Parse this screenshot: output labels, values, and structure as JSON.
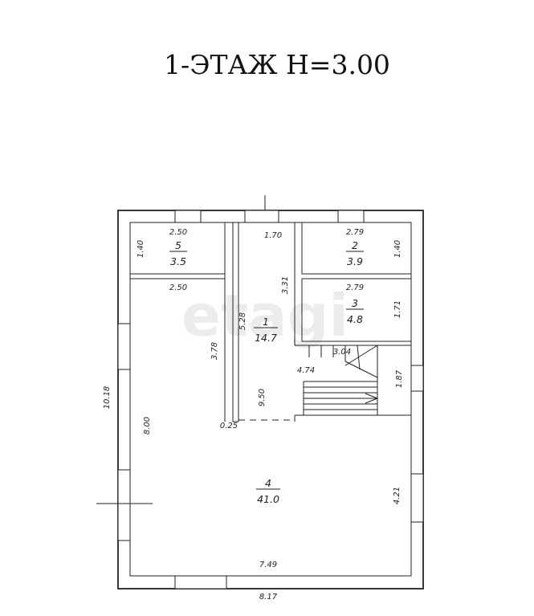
{
  "title": "1-ЭТАЖ  Н=3.00",
  "watermark": "etagi",
  "rooms": [
    {
      "id": "5",
      "number": "5",
      "area": "3.5"
    },
    {
      "id": "2",
      "number": "2",
      "area": "3.9"
    },
    {
      "id": "3",
      "number": "3",
      "area": "4.8"
    },
    {
      "id": "1",
      "number": "1",
      "area": "14.7"
    },
    {
      "id": "4",
      "number": "4",
      "area": "41.0"
    }
  ],
  "dimensions": {
    "room5_width": "2.50",
    "room5_height": "1.40",
    "corridor_width": "1.70",
    "room2_width": "2.79",
    "room2_height": "1.40",
    "room1_left_width": "2.50",
    "room1_side": "3.31",
    "room1_inner": "5.28",
    "room3_width": "2.79",
    "room3_height": "1.71",
    "wall_left": "3.78",
    "stair": "3.04",
    "stair_width": "4.74",
    "stair_right": "1.87",
    "total_left": "10.18",
    "room4_height": "8.00",
    "center": "9.50",
    "partition": "0.25",
    "room4_right": "4.21",
    "inner_width": "7.49",
    "outer_width": "8.17"
  }
}
